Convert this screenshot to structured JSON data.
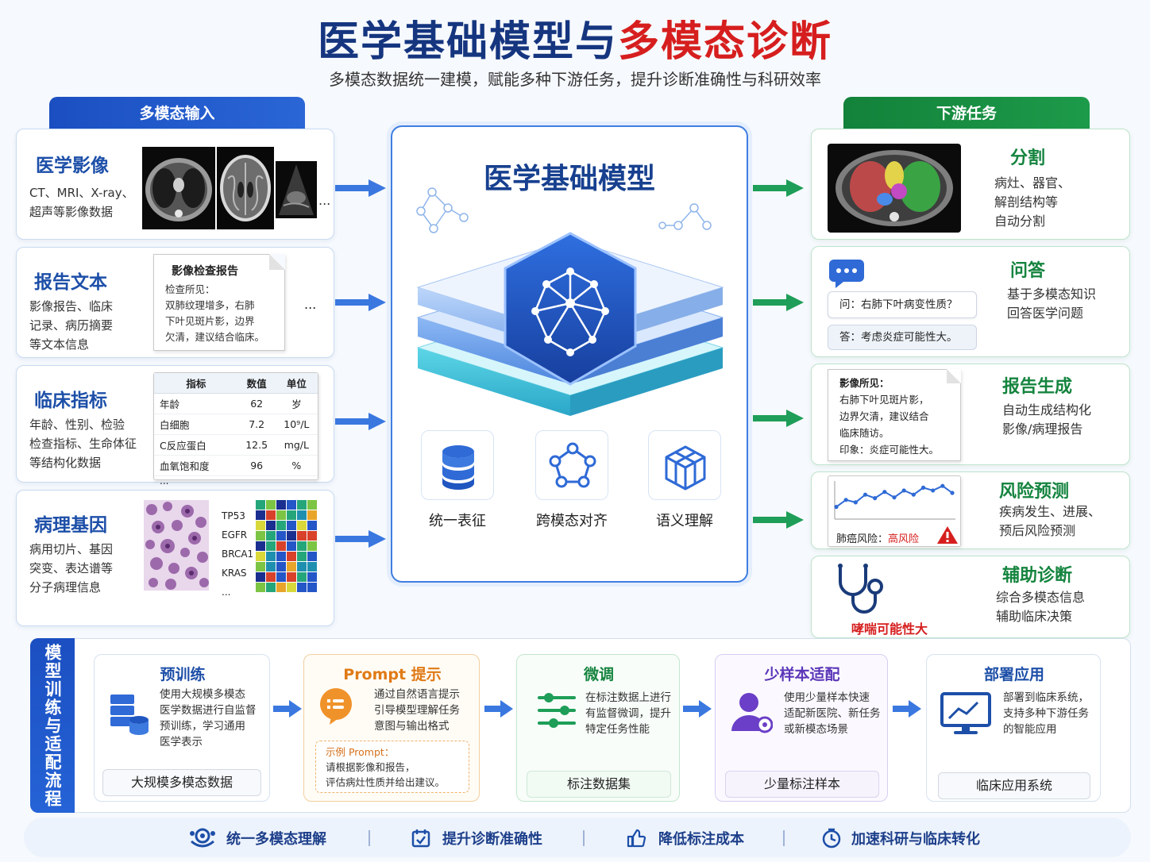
{
  "title": {
    "part1": "医学基础模型与",
    "part2": "多模态诊断"
  },
  "subtitle": "多模态数据统一建模，赋能多种下游任务，提升诊断准确性与科研效率",
  "left_header": "多模态输入",
  "right_header": "下游任务",
  "inputs": {
    "imaging": {
      "title": "医学影像",
      "desc1": "CT、MRI、X-ray、",
      "desc2": "超声等影像数据",
      "ellipsis": "..."
    },
    "report": {
      "title": "报告文本",
      "desc1": "影像报告、临床",
      "desc2": "记录、病历摘要",
      "desc3": "等文本信息",
      "doc_title": "影像检查报告",
      "doc_line1": "检查所见：",
      "doc_line2": "双肺纹理增多，右肺",
      "doc_line3": "下叶见斑片影，边界",
      "doc_line4": "欠清，建议结合临床。",
      "ellipsis": "..."
    },
    "clinical": {
      "title": "临床指标",
      "desc1": "年龄、性别、检验",
      "desc2": "检查指标、生命体征",
      "desc3": "等结构化数据",
      "table_headers": [
        "指标",
        "数值",
        "单位"
      ],
      "rows": [
        [
          "年龄",
          "62",
          "岁"
        ],
        [
          "白细胞",
          "7.2",
          "10⁹/L"
        ],
        [
          "C反应蛋白",
          "12.5",
          "mg/L"
        ],
        [
          "血氧饱和度",
          "96",
          "%"
        ]
      ],
      "ellipsis": "..."
    },
    "pathology": {
      "title": "病理基因",
      "desc1": "病用切片、基因",
      "desc2": "突变、表达谱等",
      "desc3": "分子病理信息",
      "genes": [
        "TP53",
        "EGFR",
        "BRCA1",
        "KRAS",
        "..."
      ]
    }
  },
  "center": {
    "title": "医学基础模型",
    "features": [
      "统一表征",
      "跨模态对齐",
      "语义理解"
    ]
  },
  "tasks": {
    "seg": {
      "title": "分割",
      "desc1": "病灶、器官、",
      "desc2": "解剖结构等",
      "desc3": "自动分割"
    },
    "qa": {
      "title": "问答",
      "desc1": "基于多模态知识",
      "desc2": "回答医学问题",
      "q": "问：右肺下叶病变性质？",
      "a": "答：考虑炎症可能性大。"
    },
    "report": {
      "title": "报告生成",
      "desc1": "自动生成结构化",
      "desc2": "影像/病理报告",
      "doc1": "影像所见：",
      "doc2": "右肺下叶见斑片影，",
      "doc3": "边界欠清，建议结合",
      "doc4": "临床随访。",
      "doc5": "印象：炎症可能性大。"
    },
    "risk": {
      "title": "风险预测",
      "desc1": "疾病发生、进展、",
      "desc2": "预后风险预测",
      "label": "肺癌风险：",
      "level": "高风险",
      "trend": [
        0.35,
        0.55,
        0.48,
        0.7,
        0.6,
        0.78,
        0.62,
        0.82,
        0.7,
        0.9,
        0.82,
        0.95,
        0.75
      ]
    },
    "diag": {
      "title": "辅助诊断",
      "desc1": "综合多模态信息",
      "desc2": "辅助临床决策",
      "result": "哮喘可能性大"
    }
  },
  "flow": {
    "side_label": "模型训练与适配流程",
    "steps": [
      {
        "title": "预训练",
        "d1": "使用大规模多模态",
        "d2": "医学数据进行自监督",
        "d3": "预训练，学习通用",
        "d4": "医学表示",
        "box": "大规模多模态数据"
      },
      {
        "title": "Prompt 提示",
        "d1": "通过自然语言提示",
        "d2": "引导模型理解任务",
        "d3": "意图与输出格式",
        "ex_title": "示例 Prompt：",
        "ex1": "请根据影像和报告，",
        "ex2": "评估病灶性质并给出建议。"
      },
      {
        "title": "微调",
        "d1": "在标注数据上进行",
        "d2": "有监督微调，提升",
        "d3": "特定任务性能",
        "box": "标注数据集"
      },
      {
        "title": "少样本适配",
        "d1": "使用少量样本快速",
        "d2": "适配新医院、新任务",
        "d3": "或新模态场景",
        "box": "少量标注样本"
      },
      {
        "title": "部署应用",
        "d1": "部署到临床系统，",
        "d2": "支持多种下游任务",
        "d3": "的智能应用",
        "box": "临床应用系统"
      }
    ]
  },
  "benefits": [
    "统一多模态理解",
    "提升诊断准确性",
    "降低标注成本",
    "加速科研与临床转化"
  ],
  "colors": {
    "navy": "#15357f",
    "red": "#d61e1e",
    "blue": "#1d5fd0",
    "green": "#15843f",
    "orange": "#e8821f",
    "purple": "#6b3fc7",
    "teal": "#1a8a88"
  }
}
